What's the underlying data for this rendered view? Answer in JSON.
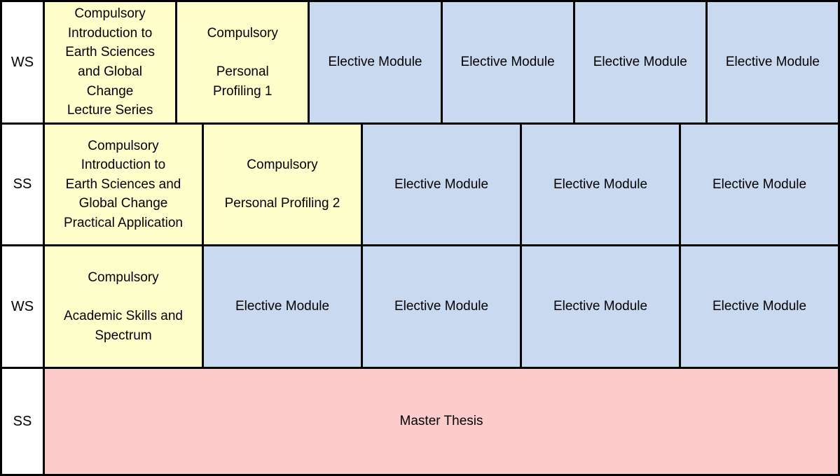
{
  "colors": {
    "compulsory": "#FFFFCC",
    "elective": "#C9DAF0",
    "thesis": "#FCCBCB",
    "semester_cell": "#FFFFFF",
    "border": "#000000",
    "text": "#000000"
  },
  "rows": [
    {
      "semester": "WS",
      "cells": [
        {
          "type": "compulsory",
          "text": "Compulsory\nIntroduction to\nEarth Sciences\nand Global\nChange\nLecture Series"
        },
        {
          "type": "compulsory",
          "text": "Compulsory\n\nPersonal\nProfiling 1"
        },
        {
          "type": "elective",
          "text": "Elective Module"
        },
        {
          "type": "elective",
          "text": "Elective Module"
        },
        {
          "type": "elective",
          "text": "Elective Module"
        },
        {
          "type": "elective",
          "text": "Elective Module"
        }
      ]
    },
    {
      "semester": "SS",
      "cells": [
        {
          "type": "compulsory",
          "text": "Compulsory\nIntroduction to\nEarth Sciences and\nGlobal Change\nPractical Application"
        },
        {
          "type": "compulsory",
          "text": "Compulsory\n\nPersonal Profiling 2"
        },
        {
          "type": "elective",
          "text": "Elective Module"
        },
        {
          "type": "elective",
          "text": "Elective Module"
        },
        {
          "type": "elective",
          "text": "Elective Module"
        }
      ]
    },
    {
      "semester": "WS",
      "cells": [
        {
          "type": "compulsory",
          "text": "Compulsory\n\nAcademic Skills and\nSpectrum"
        },
        {
          "type": "elective",
          "text": "Elective Module"
        },
        {
          "type": "elective",
          "text": "Elective Module"
        },
        {
          "type": "elective",
          "text": "Elective Module"
        },
        {
          "type": "elective",
          "text": "Elective Module"
        }
      ]
    },
    {
      "semester": "SS",
      "cells": [
        {
          "type": "thesis",
          "text": "Master Thesis"
        }
      ]
    }
  ]
}
